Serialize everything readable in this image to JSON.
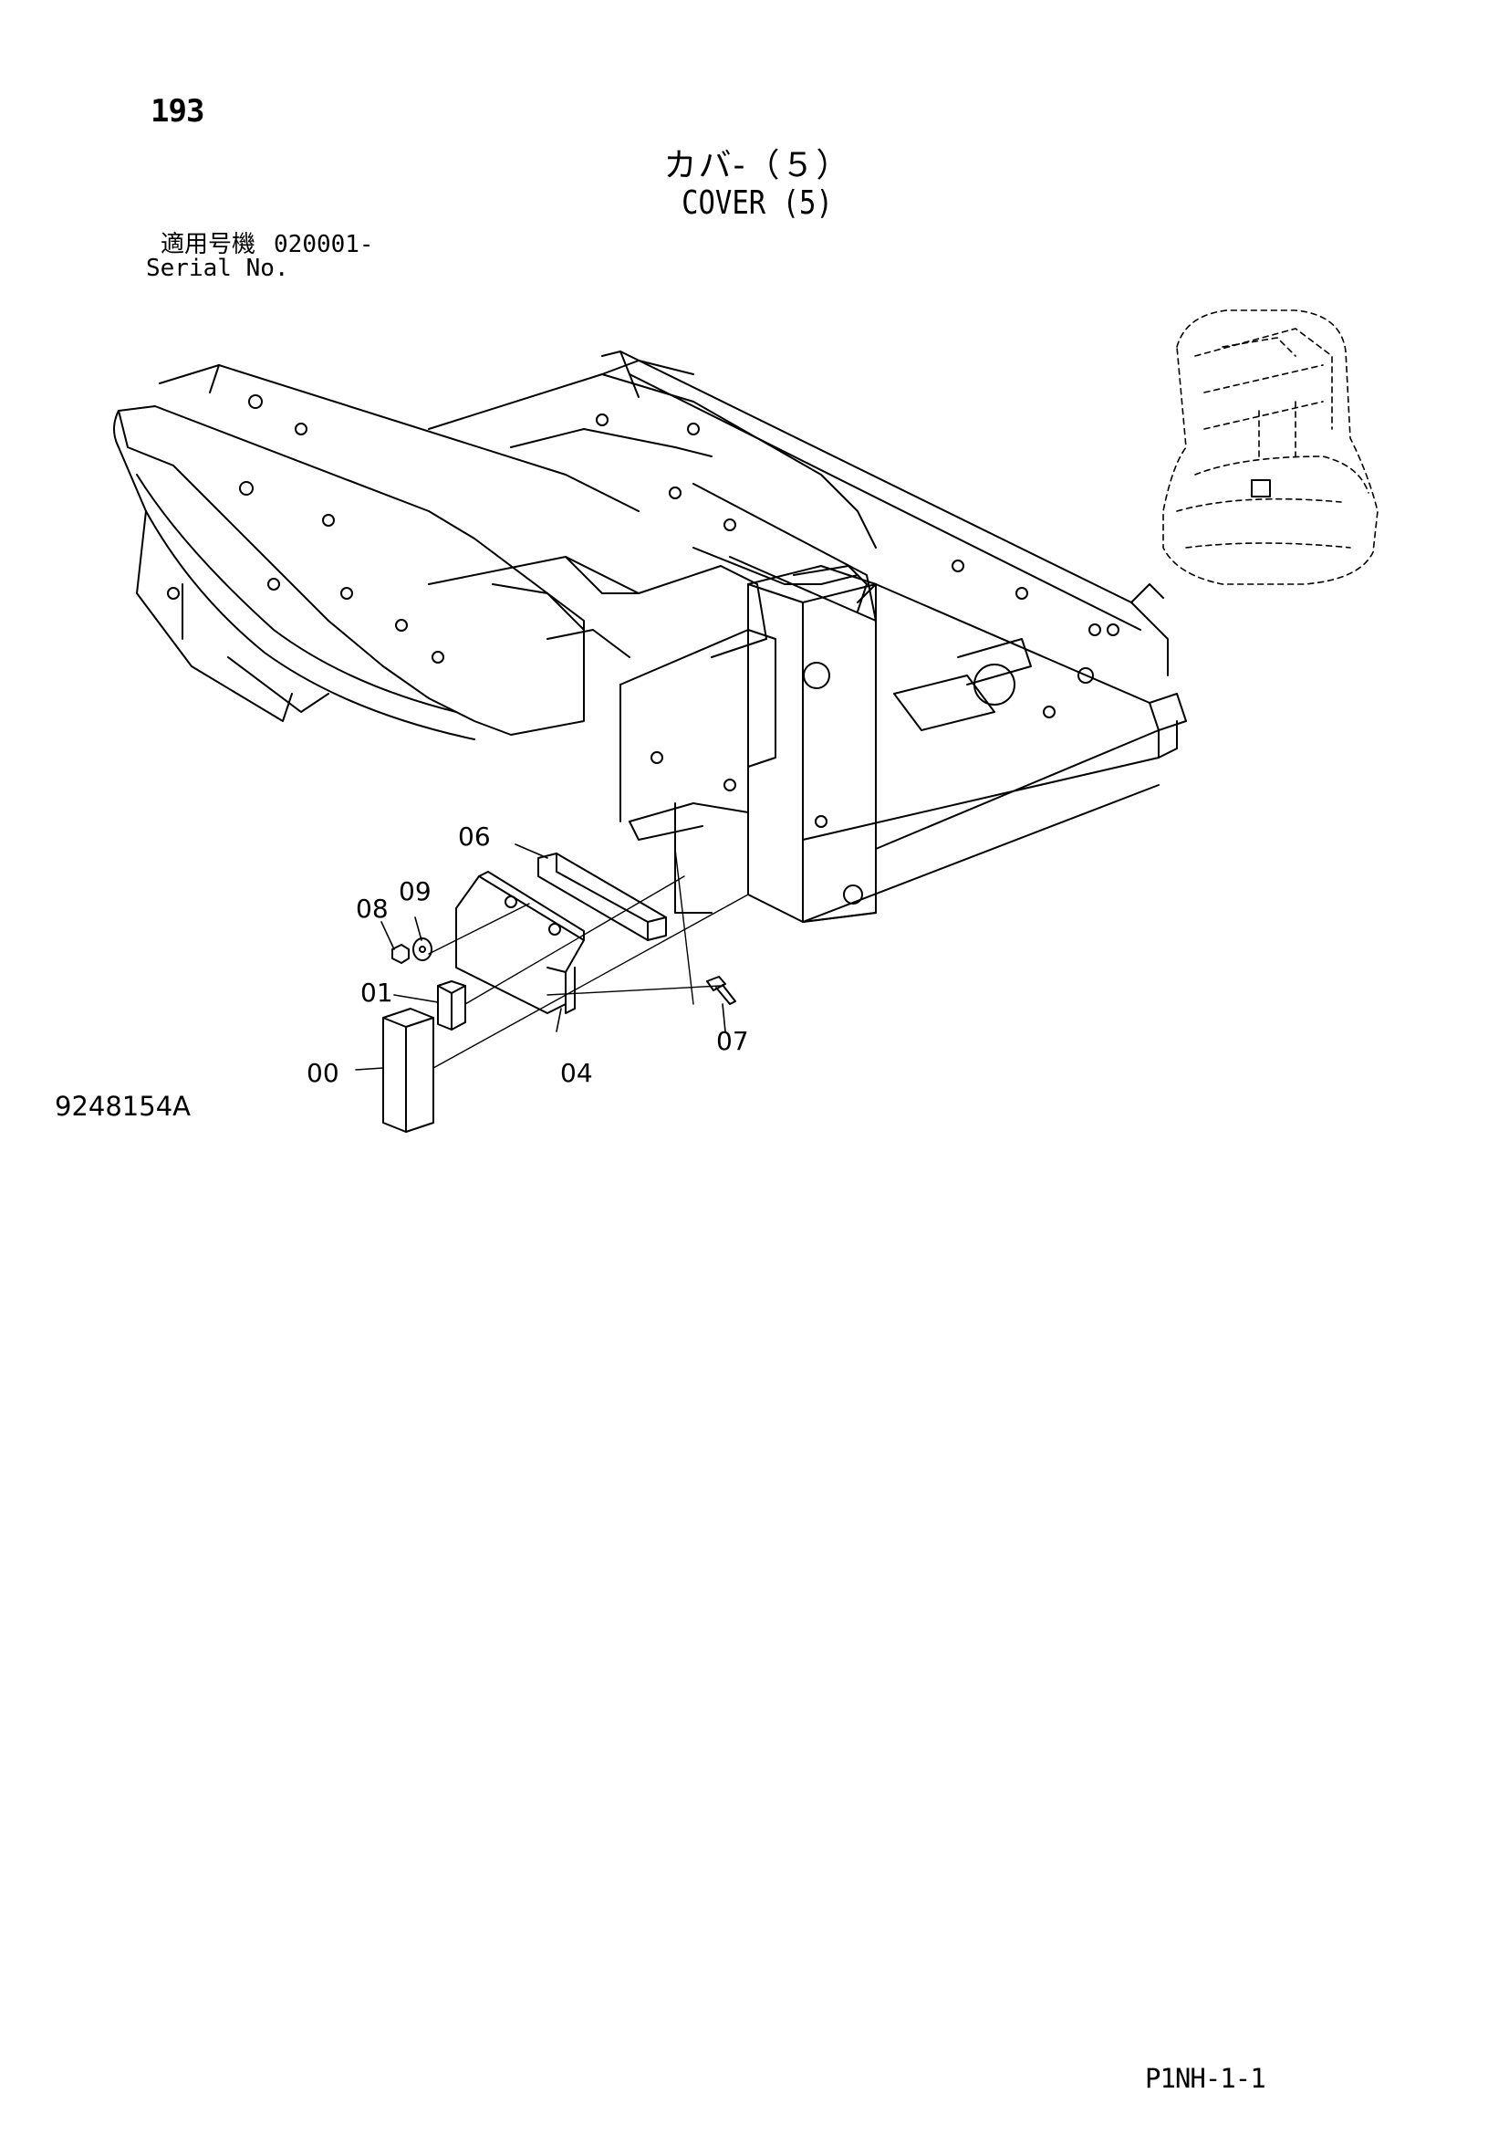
{
  "header": {
    "page_number": "193",
    "title_jp": "カバ-（５）",
    "title_en": "COVER (5)",
    "serial_label_jp": "適用号機",
    "serial_value": "020001-",
    "serial_label_en": "Serial No."
  },
  "diagram": {
    "callouts": [
      {
        "id": "00",
        "label": "00"
      },
      {
        "id": "01",
        "label": "01"
      },
      {
        "id": "04",
        "label": "04"
      },
      {
        "id": "06",
        "label": "06"
      },
      {
        "id": "07",
        "label": "07"
      },
      {
        "id": "08",
        "label": "08"
      },
      {
        "id": "09",
        "label": "09"
      }
    ]
  },
  "footer": {
    "drawing_number": "9248154A",
    "page_code": "P1NH-1-1"
  }
}
